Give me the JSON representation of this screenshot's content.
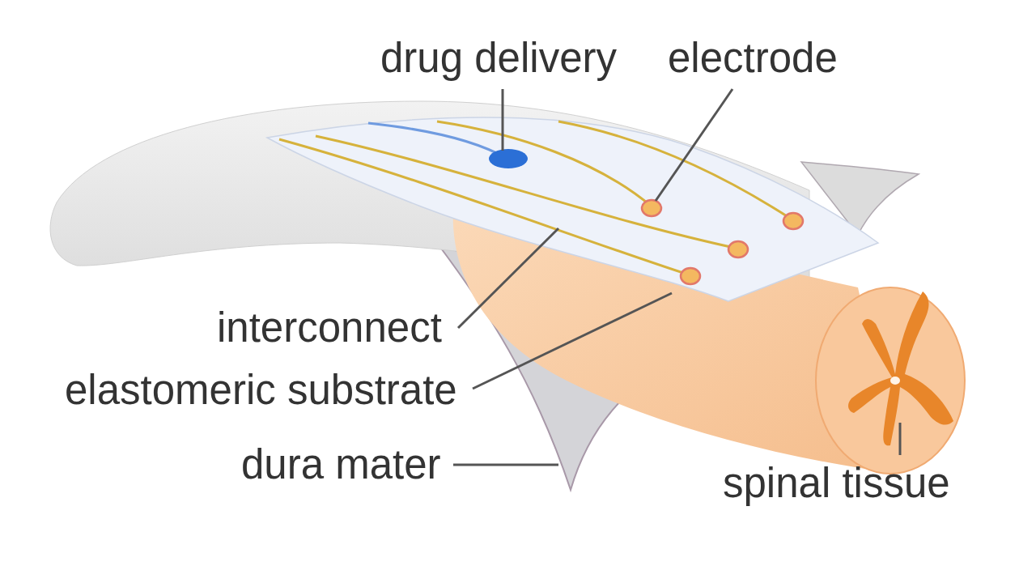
{
  "diagram": {
    "labels": [
      "drug delivery",
      "electrode",
      "interconnect",
      "elastomeric substrate",
      "dura mater",
      "spinal tissue"
    ]
  }
}
